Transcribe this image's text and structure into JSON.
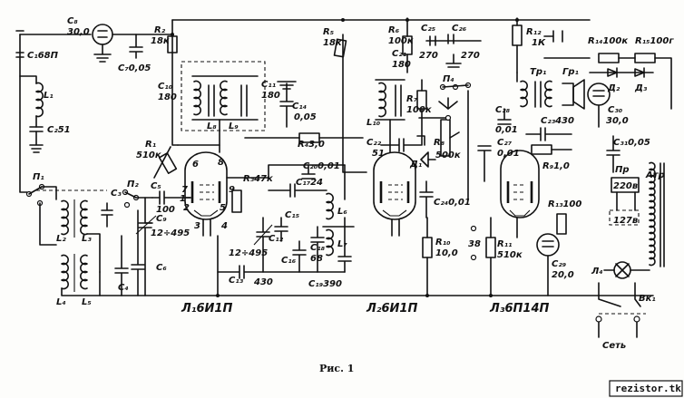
{
  "caption": "Рис. 1",
  "watermark": "rezistor.tk",
  "tubes": [
    {
      "id": "L1",
      "label": "Л₁6И1П"
    },
    {
      "id": "L2",
      "label": "Л₂6И1П"
    },
    {
      "id": "L3",
      "label": "Л₃6П14П"
    }
  ],
  "labels": {
    "C1": "C₁68П",
    "L1": "L₁",
    "C2": "C₂51",
    "P1": "П₁",
    "P2": "П₂",
    "L2": "L₂",
    "L3": "L₃",
    "L4": "L₄",
    "L5": "L₅",
    "C3": "C₃",
    "C4": "C₄",
    "C5": "C₅",
    "C5v": "100",
    "C6": "C₆",
    "C7": "C₇0,05",
    "C8": "C₈",
    "C8v": "30,0",
    "R2": "R₂",
    "R2v": "18к",
    "C9": "C₉",
    "C9v": "12÷495",
    "R1": "R₁",
    "R1v": "510к",
    "C10": "C₁₀",
    "C10v": "180",
    "C11": "C₁₁",
    "C11v": "180",
    "L8": "L₈",
    "L9": "L₉",
    "C14": "C₁₄",
    "C14v": "0,05",
    "R3": "R₃47к",
    "R4": "R₄3,0",
    "R5": "R₅",
    "R5v": "18к",
    "C12": "C₁₂",
    "C12v": "12÷495",
    "C13": "C₁₃",
    "C13v": "430",
    "C15": "C₁₅",
    "C16": "C₁₆",
    "C17": "C₁₇24",
    "C18": "C₁₈",
    "C18v": "68",
    "C19": "C₁₉390",
    "C20": "C₂₀0,01",
    "L6": "L₆",
    "L7": "L₇",
    "R6": "R₆",
    "R6v": "100к",
    "C21": "C₂₁",
    "C21v": "180",
    "L10": "L₁₀",
    "R7": "R₇",
    "R7v": "100к",
    "C22": "C₂₂",
    "C22v": "51",
    "D1": "Д₁",
    "C25": "C₂₅",
    "C25v": "270",
    "C26": "C₂₆",
    "C26v": "270",
    "P4": "П₄",
    "R8": "R₈",
    "R8v": "500к",
    "C24": "C₂₄0,01",
    "R10": "R₁₀",
    "R10v": "10,0",
    "R12": "R₁₂",
    "R12v": "1К",
    "Tr1": "Тр₁",
    "Gr1": "Гр₁",
    "C28": "C₂₈",
    "C28v": "0,01",
    "C23": "C₂₃430",
    "C27": "C₂₇",
    "C27v": "0,01",
    "R9": "R₉1,0",
    "R11": "R₁₁",
    "R11v": "510к",
    "R13": "R₁₃100",
    "C29": "C₂₉",
    "C29v": "20,0",
    "R14": "R₁₄100к",
    "R15": "R₁₅100г",
    "D2": "Д₂",
    "D3": "Д₃",
    "C30": "C₃₀",
    "C30v": "30,0",
    "C31": "C₃₁0,05",
    "Pr": "Пр",
    "v220": "220в",
    "v127": "127в",
    "Atr": "Атр",
    "L4lamp": "Л₄",
    "Vk1": "Вк₁",
    "Set": "Сеть",
    "pin1": "1",
    "pin2": "2",
    "pin3": "3",
    "pin4": "4",
    "pin5": "5",
    "pin6": "6",
    "pin7": "7",
    "pin8": "8",
    "pin9": "9",
    "p38": "38"
  }
}
